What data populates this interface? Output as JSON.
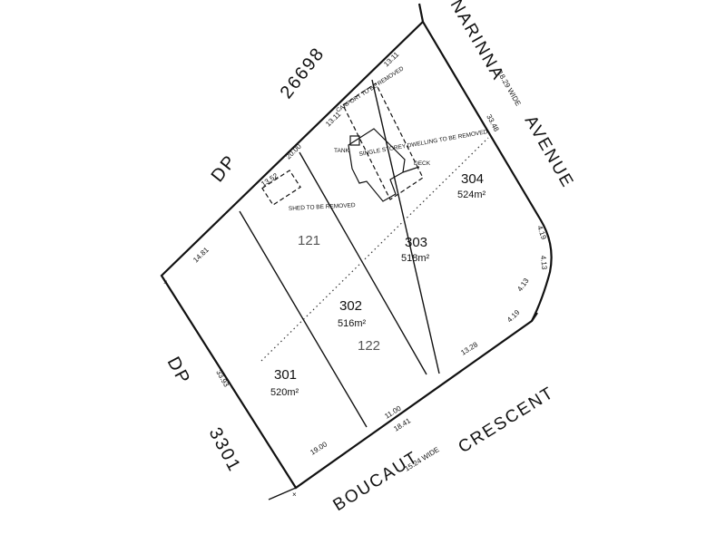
{
  "roads": {
    "top_right": "NARINNA",
    "top_right_width": "18.29 WIDE",
    "right": "AVENUE",
    "bottom_left": "BOUCAUT",
    "bottom_width": "15.24 WIDE",
    "bottom_right": "CRESCENT"
  },
  "deposited_plans": {
    "top_label": "DP",
    "top_number": "26698",
    "left_label": "DP",
    "left_number": "3301"
  },
  "lots": [
    {
      "number": "301",
      "area": "520m²"
    },
    {
      "number": "302",
      "area": "516m²"
    },
    {
      "number": "303",
      "area": "518m²"
    },
    {
      "number": "304",
      "area": "524m²"
    }
  ],
  "original_lots": [
    "121",
    "122"
  ],
  "dimensions": {
    "top_1": "20.00",
    "top_2": "13.11",
    "top_3": "13.11",
    "lot304_side": "33.48",
    "left_top": "14.81",
    "left_bottom": "33.93",
    "front_301": "19.00",
    "front_302": "11.00",
    "front_302b": "18.41",
    "front_303": "13.28",
    "corner_1": "4.19",
    "corner_2": "4.13",
    "corner_3": "4.13",
    "corner_4": "4.19",
    "shed_dim": "13.52"
  },
  "notes": {
    "shed": "SHED TO BE REMOVED",
    "carport": "CARPORT TO BE REMOVED",
    "tank": "TANK",
    "dwelling": "SINGLE STOREY DWELLING TO BE REMOVED",
    "deck": "DECK"
  }
}
